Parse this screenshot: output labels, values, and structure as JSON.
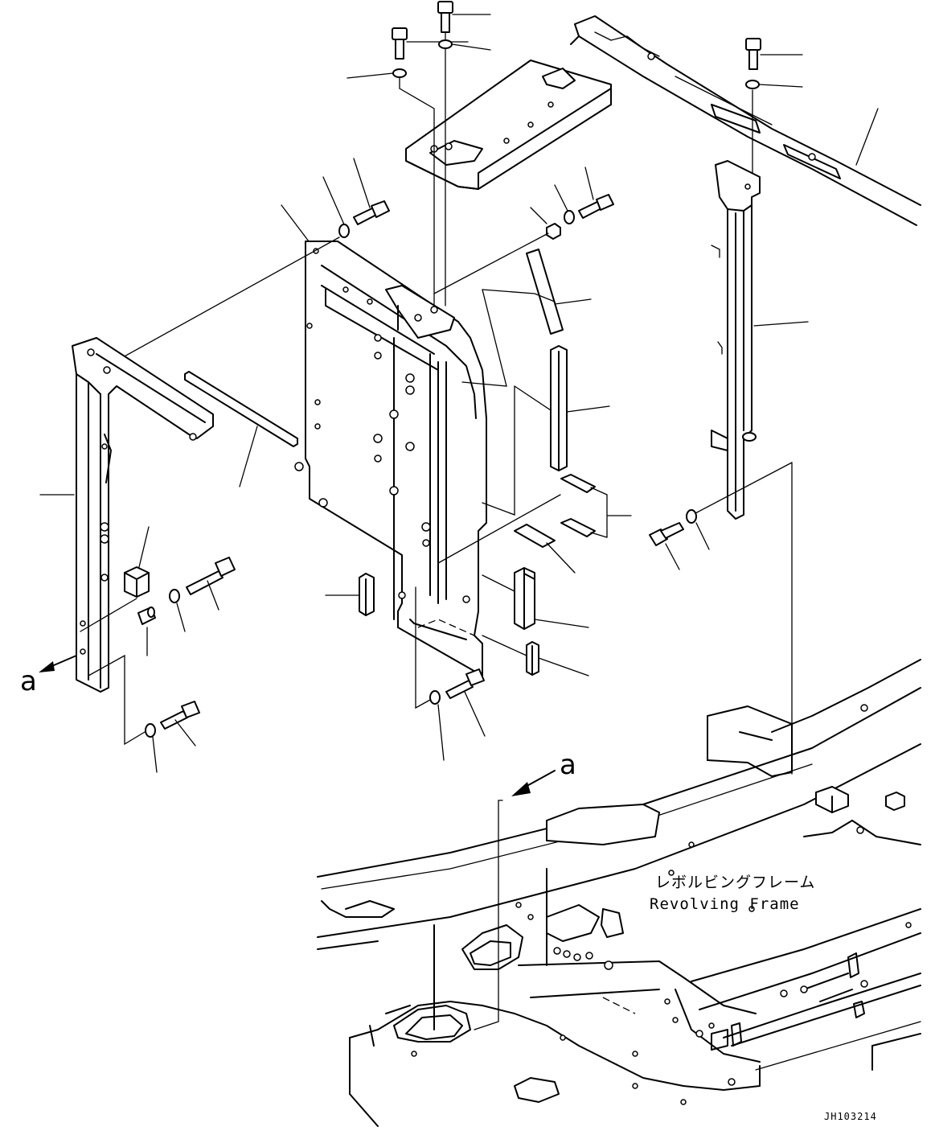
{
  "labels": {
    "frame_jp": "レボルビングフレーム",
    "frame_en": "Revolving Frame",
    "view_marker_left": "a",
    "view_marker_right": "a",
    "drawing_number": "JH103214"
  }
}
